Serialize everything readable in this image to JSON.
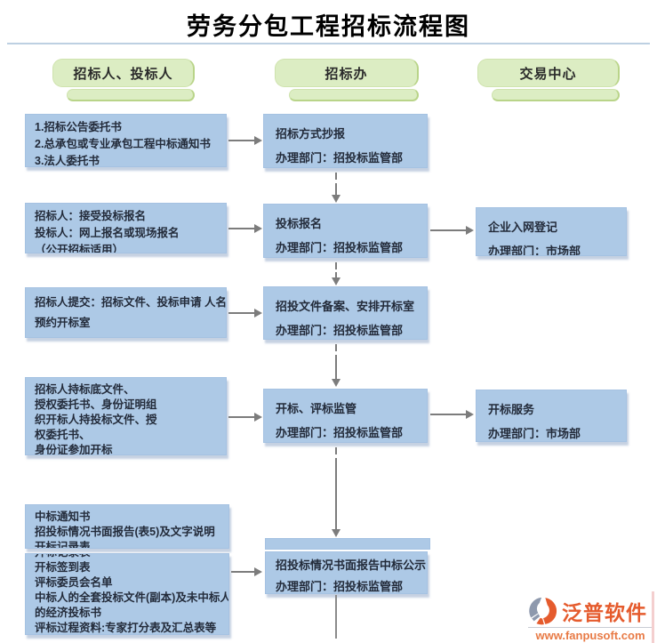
{
  "page": {
    "title": "劳务分包工程招标流程图"
  },
  "lanes": [
    {
      "label": "招标人、投标人"
    },
    {
      "label": "招标办"
    },
    {
      "label": "交易中心"
    }
  ],
  "boxes": {
    "left1": {
      "lines": [
        "1.招标公告委托书",
        "2.总承包或专业承包工程中标通知书",
        "3.法人委托书"
      ]
    },
    "left2": {
      "lines": [
        "招标人：接受投标报名",
        "投标人：网上报名或现场报名",
        "（公开招标适用）"
      ]
    },
    "left3": {
      "lines": [
        "招标人提交：招标文件、投标申请 人名单",
        "预约开标室"
      ]
    },
    "left4": {
      "lines": [
        "招标人持标底文件、",
        "授权委托书、身份证明组",
        "织开标人持投标文件、授",
        "权委托书、",
        "身份证参加开标"
      ]
    },
    "left5a": {
      "lines": [
        "中标通知书",
        "招投标情况书面报告(表5)及文字说明",
        "开标记录表"
      ]
    },
    "left5b": {
      "lines": [
        "开标记录表",
        "开标签到表",
        "评标委员会名单",
        "中标人的全套投标文件(副本)及未中标人",
        "的经济投标书",
        "评标过程资料:专家打分表及汇总表等"
      ]
    },
    "center1": {
      "lines": [
        "招标方式抄报",
        "办理部门：招投标监管部"
      ]
    },
    "center2": {
      "lines": [
        "投标报名",
        "办理部门：招投标监管部"
      ]
    },
    "center3": {
      "lines": [
        "招投文件备案、安排开标室",
        "办理部门：招投标监管部"
      ]
    },
    "center4": {
      "lines": [
        "开标、评标监管",
        "办理部门：招投标监管部"
      ]
    },
    "center5": {
      "lines": [
        "招投标情况书面报告中标公示",
        "办理部门：招投标监管部"
      ]
    },
    "right1": {
      "lines": [
        "企业入网登记",
        "办理部门：市场部"
      ]
    },
    "right2": {
      "lines": [
        "开标服务",
        "办理部门：市场部"
      ]
    }
  },
  "logo": {
    "name": "泛普软件",
    "url": "www.fanpusoft.com"
  },
  "colors": {
    "box_fill": "#adc9e6",
    "pill_fill": "#dcedc3",
    "arrow": "#7c7c7c",
    "divider": "#bdd0e2",
    "logo_orange": "#e55b2d"
  }
}
